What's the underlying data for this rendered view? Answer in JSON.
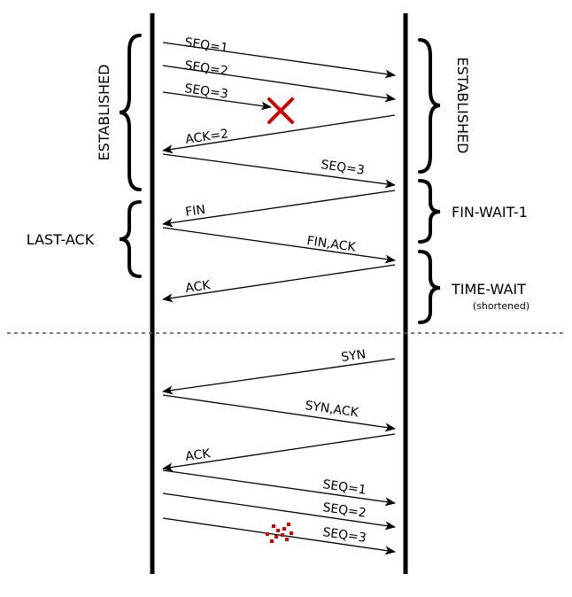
{
  "upper_section": {
    "left_states": {
      "established": "ESTABLISHED",
      "last_ack": "LAST-ACK"
    },
    "right_states": {
      "established": "ESTABLISHED",
      "fin_wait_1": "FIN-WAIT-1",
      "time_wait": "TIME-WAIT",
      "time_wait_note": "(shortened)"
    },
    "messages": {
      "seq1": "SEQ=1",
      "seq2": "SEQ=2",
      "seq3_lost": "SEQ=3",
      "ack2": "ACK=2",
      "seq3_retransmit": "SEQ=3",
      "fin": "FIN",
      "fin_ack": "FIN,ACK",
      "ack": "ACK"
    }
  },
  "lower_section": {
    "messages": {
      "syn": "SYN",
      "syn_ack": "SYN,ACK",
      "ack": "ACK",
      "seq1": "SEQ=1",
      "seq2": "SEQ=2",
      "seq3": "SEQ=3"
    }
  },
  "colors": {
    "lines": "#000000",
    "loss_marker": "#cc0000",
    "separator": "#555555"
  }
}
